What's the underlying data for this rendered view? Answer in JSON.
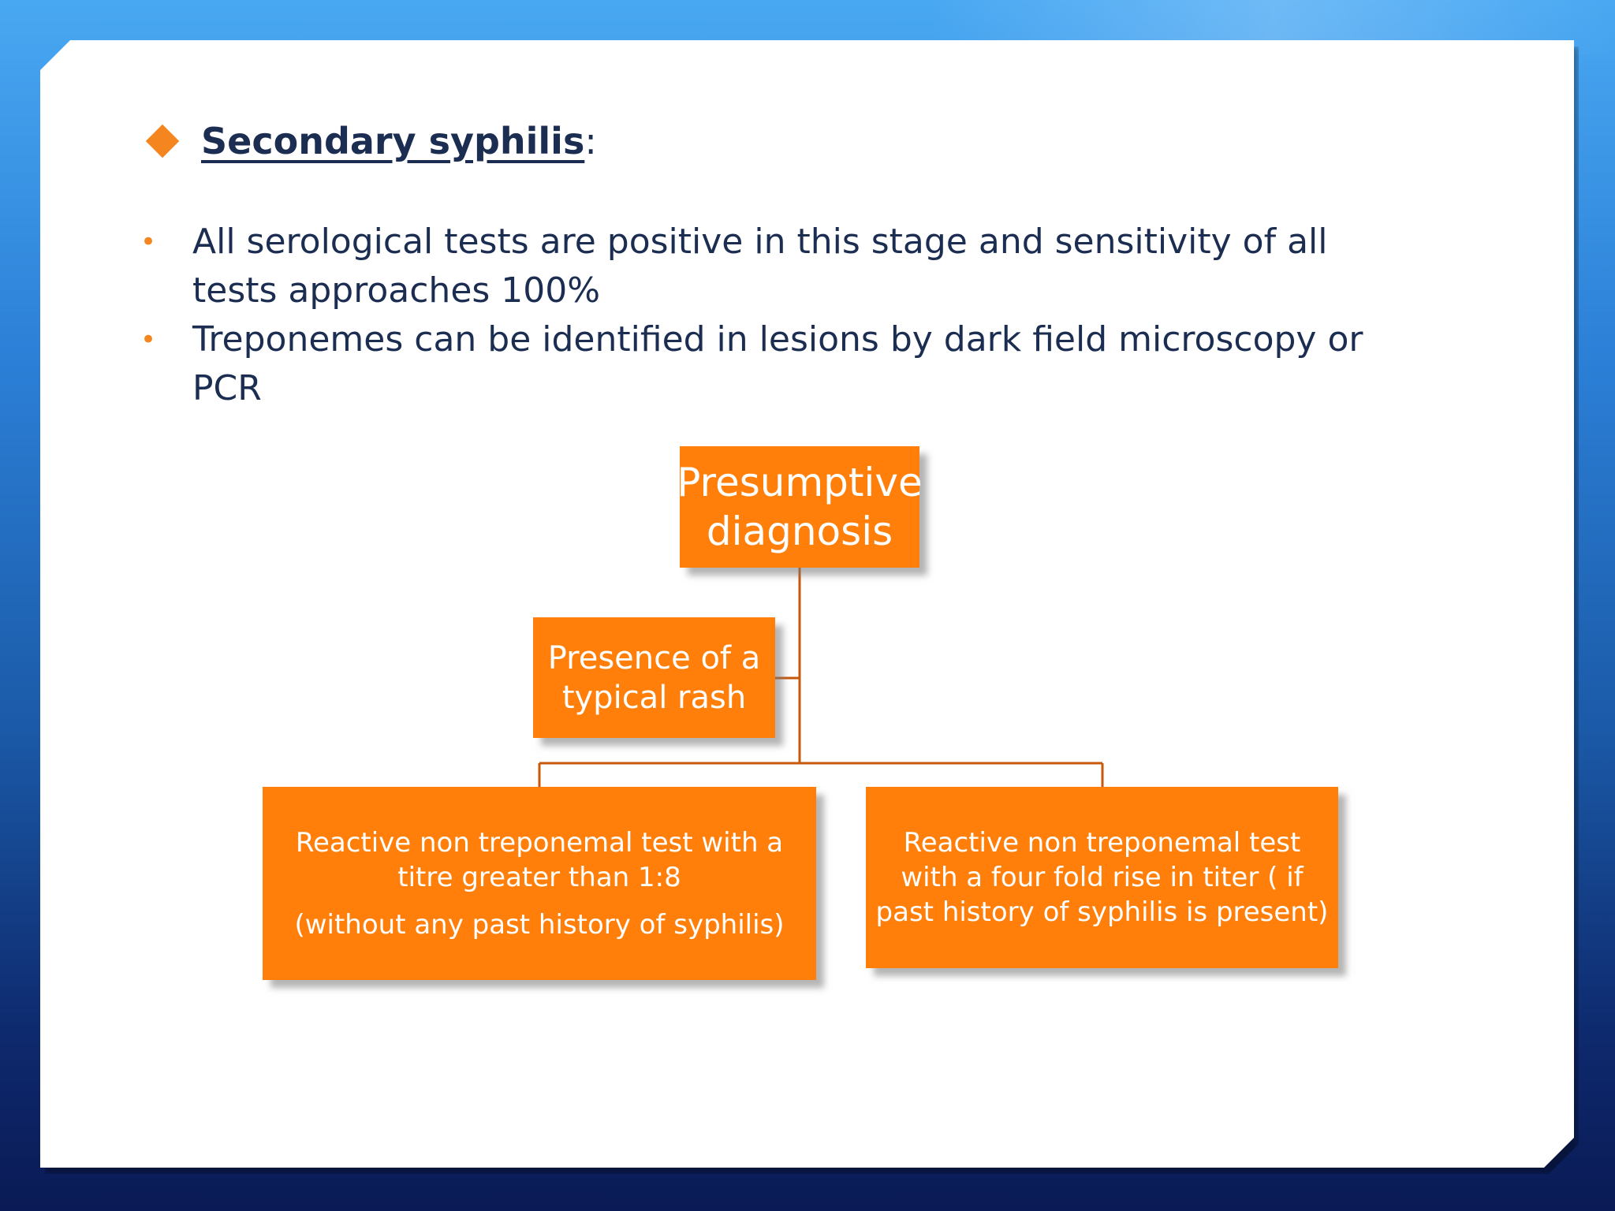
{
  "heading": {
    "title": "Secondary syphilis",
    "colon": ":"
  },
  "bullets": [
    "All serological tests are positive in this stage and sensitivity of all tests approaches 100%",
    "Treponemes can be identified in lesions by dark field microscopy or  PCR"
  ],
  "diagram": {
    "top": {
      "line1": "Presumptive",
      "line2": "diagnosis"
    },
    "rash": {
      "line1": "Presence of a",
      "line2": "typical rash"
    },
    "left": {
      "main": "Reactive non treponemal test with a titre greater than 1:8",
      "sub": "(without any past history of syphilis)"
    },
    "right": {
      "main": "Reactive non treponemal test with a four fold rise in titer ( if past history of syphilis is present)"
    }
  },
  "colors": {
    "accent": "#f5851f",
    "box": "#ff7f0a",
    "text": "#1c2d52",
    "connector": "#c8580a"
  }
}
